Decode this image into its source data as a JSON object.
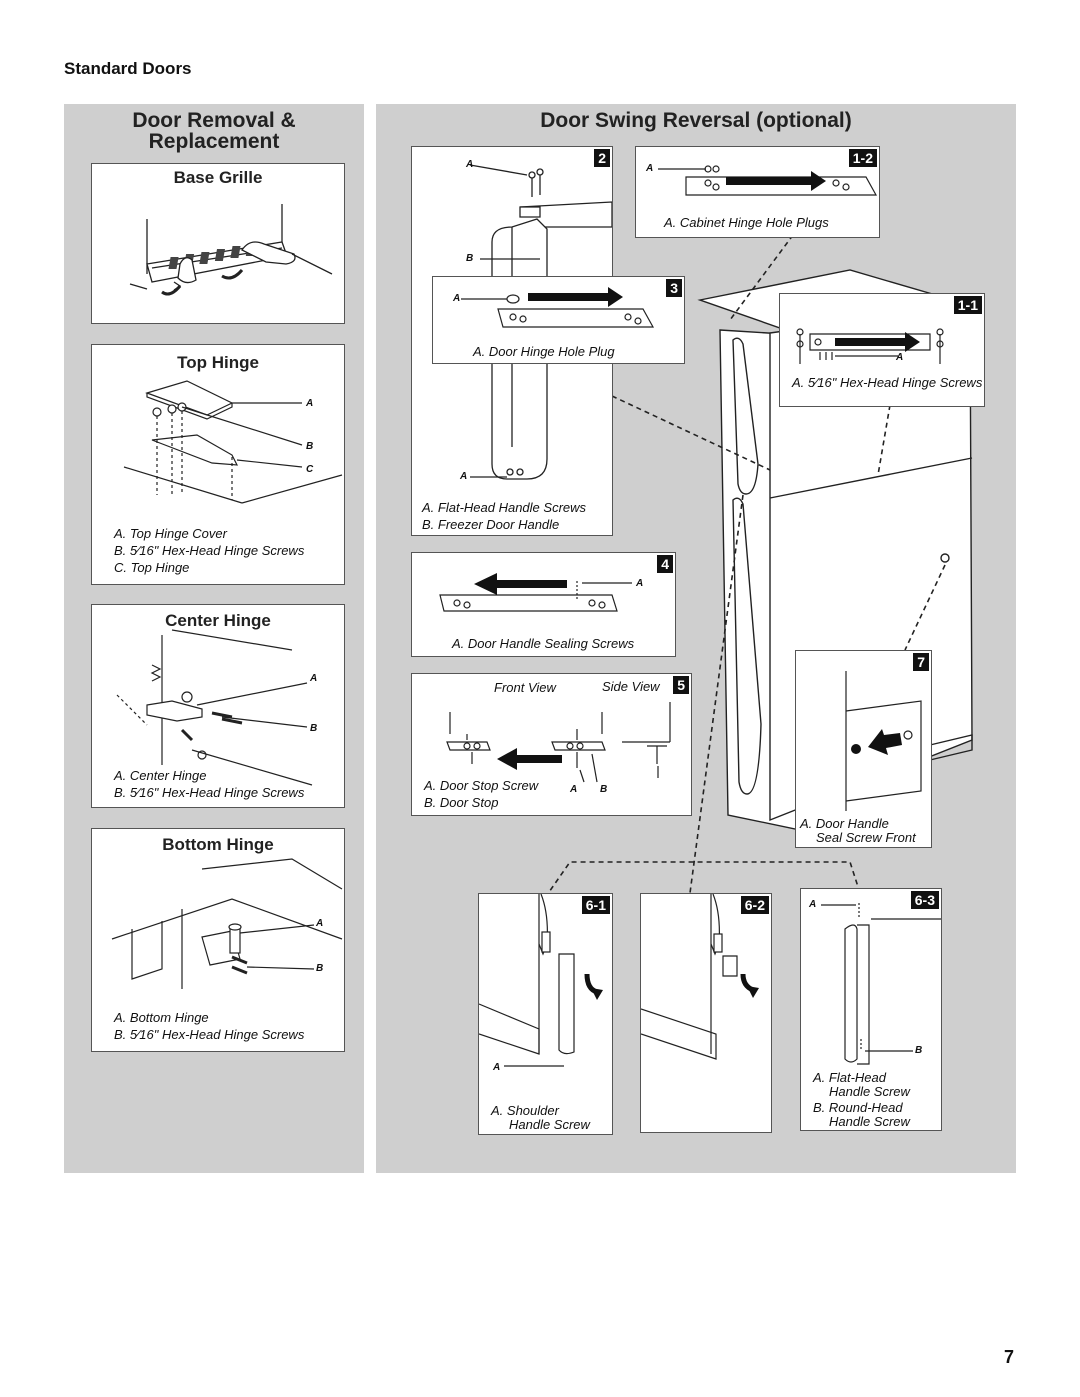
{
  "section_title": "Standard Doors",
  "left_panel": {
    "title_line1": "Door Removal &",
    "title_line2": "Replacement",
    "base_grille": {
      "title": "Base Grille"
    },
    "top_hinge": {
      "title": "Top Hinge",
      "labels": [
        "A",
        "B",
        "C"
      ],
      "captions": [
        "A. Top Hinge Cover",
        "B. 5⁄16\" Hex-Head Hinge Screws",
        "C. Top Hinge"
      ]
    },
    "center_hinge": {
      "title": "Center Hinge",
      "labels": [
        "A",
        "B"
      ],
      "captions": [
        "A. Center Hinge",
        "B. 5⁄16\" Hex-Head Hinge Screws"
      ]
    },
    "bottom_hinge": {
      "title": "Bottom Hinge",
      "labels": [
        "A",
        "B"
      ],
      "captions": [
        "A. Bottom Hinge",
        "B. 5⁄16\" Hex-Head Hinge Screws"
      ]
    }
  },
  "right_panel": {
    "title": "Door Swing Reversal (optional)",
    "step2": {
      "num": "2",
      "label_a": "A",
      "label_b": "B",
      "label_a2": "A",
      "captions": [
        "A. Flat-Head Handle Screws",
        "B. Freezer Door Handle"
      ]
    },
    "step1_2": {
      "num": "1-2",
      "label_a": "A",
      "caption": "A. Cabinet Hinge Hole Plugs"
    },
    "step3": {
      "num": "3",
      "label_a": "A",
      "caption": "A. Door Hinge Hole Plug"
    },
    "step1_1": {
      "num": "1-1",
      "label_a": "A",
      "caption": "A. 5⁄16\" Hex-Head Hinge Screws"
    },
    "step4": {
      "num": "4",
      "label_a": "A",
      "caption": "A. Door Handle Sealing Screws"
    },
    "step5": {
      "num": "5",
      "front_view": "Front View",
      "side_view": "Side View",
      "label_a": "A",
      "label_b": "B",
      "captions": [
        "A. Door Stop Screw",
        "B. Door Stop"
      ]
    },
    "step7": {
      "num": "7",
      "captions": [
        "A. Door Handle",
        "Seal Screw Front"
      ]
    },
    "step6_1": {
      "num": "6-1",
      "label_a": "A",
      "captions": [
        "A. Shoulder",
        "Handle Screw"
      ]
    },
    "step6_2": {
      "num": "6-2"
    },
    "step6_3": {
      "num": "6-3",
      "label_a": "A",
      "label_b": "B",
      "captions": [
        "A. Flat-Head",
        "Handle Screw",
        "B. Round-Head",
        "Handle Screw"
      ]
    }
  },
  "page_number": "7"
}
